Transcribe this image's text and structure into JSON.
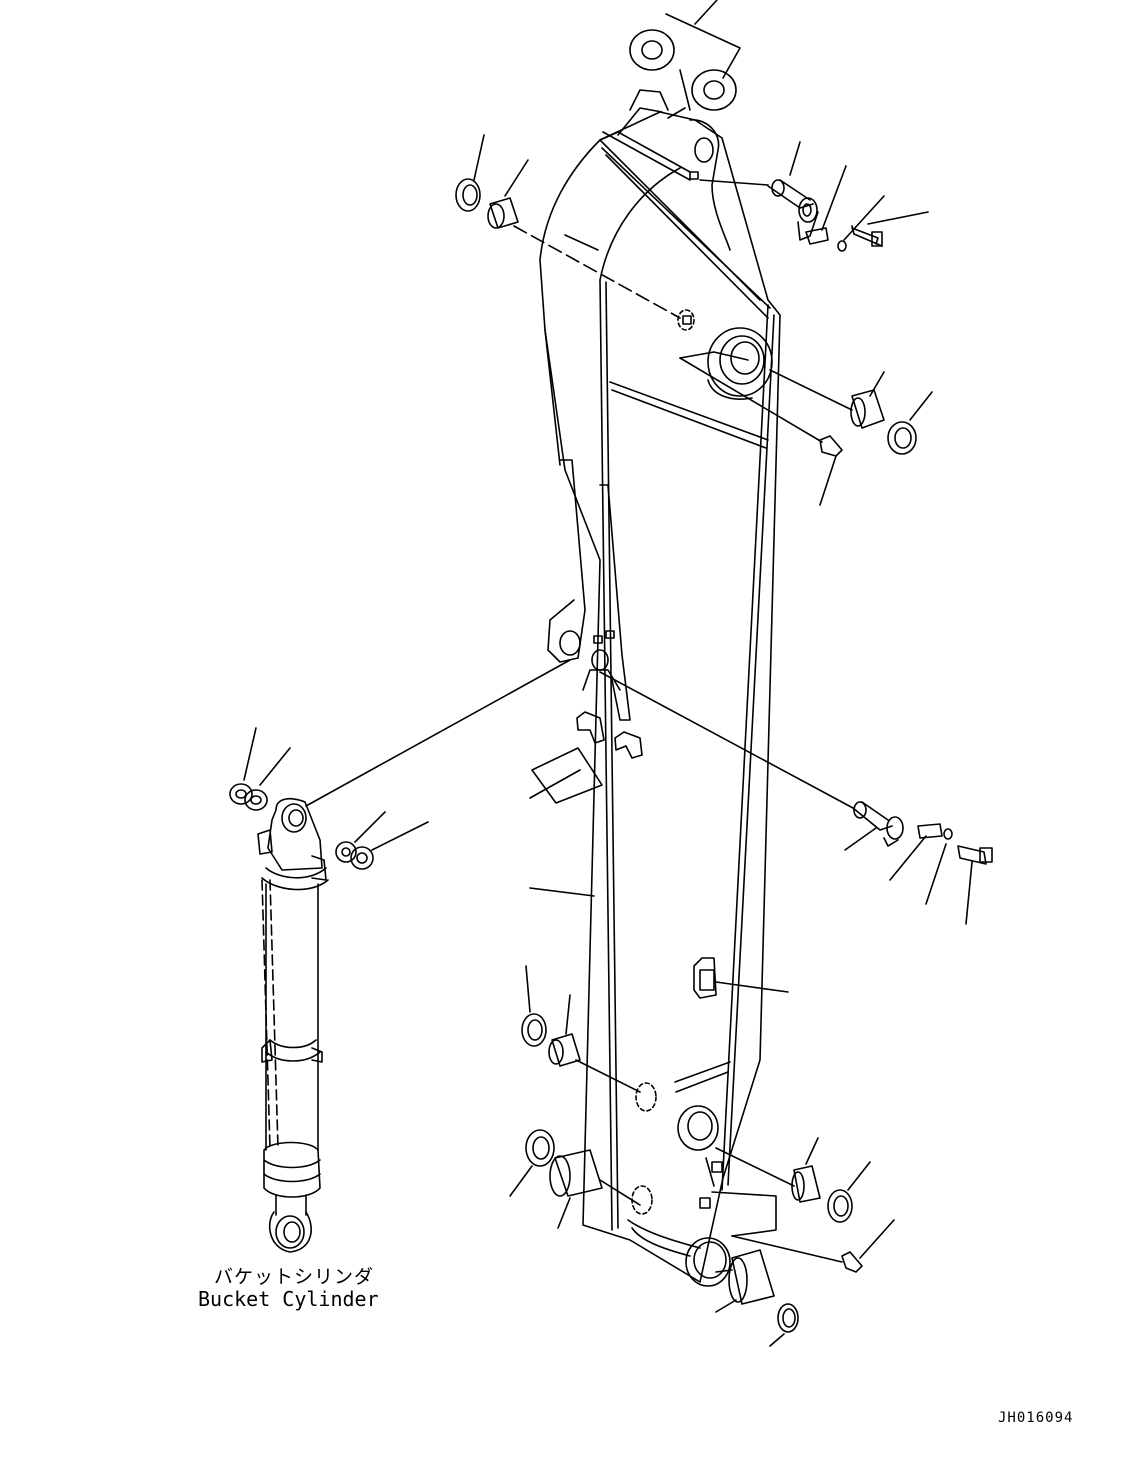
{
  "labels": {
    "cylinder_name_jp": "バケットシリンダ",
    "cylinder_name_en": "Bucket Cylinder"
  },
  "drawing_code": "JH016094",
  "colors": {
    "line": "#000000",
    "background": "#ffffff"
  }
}
